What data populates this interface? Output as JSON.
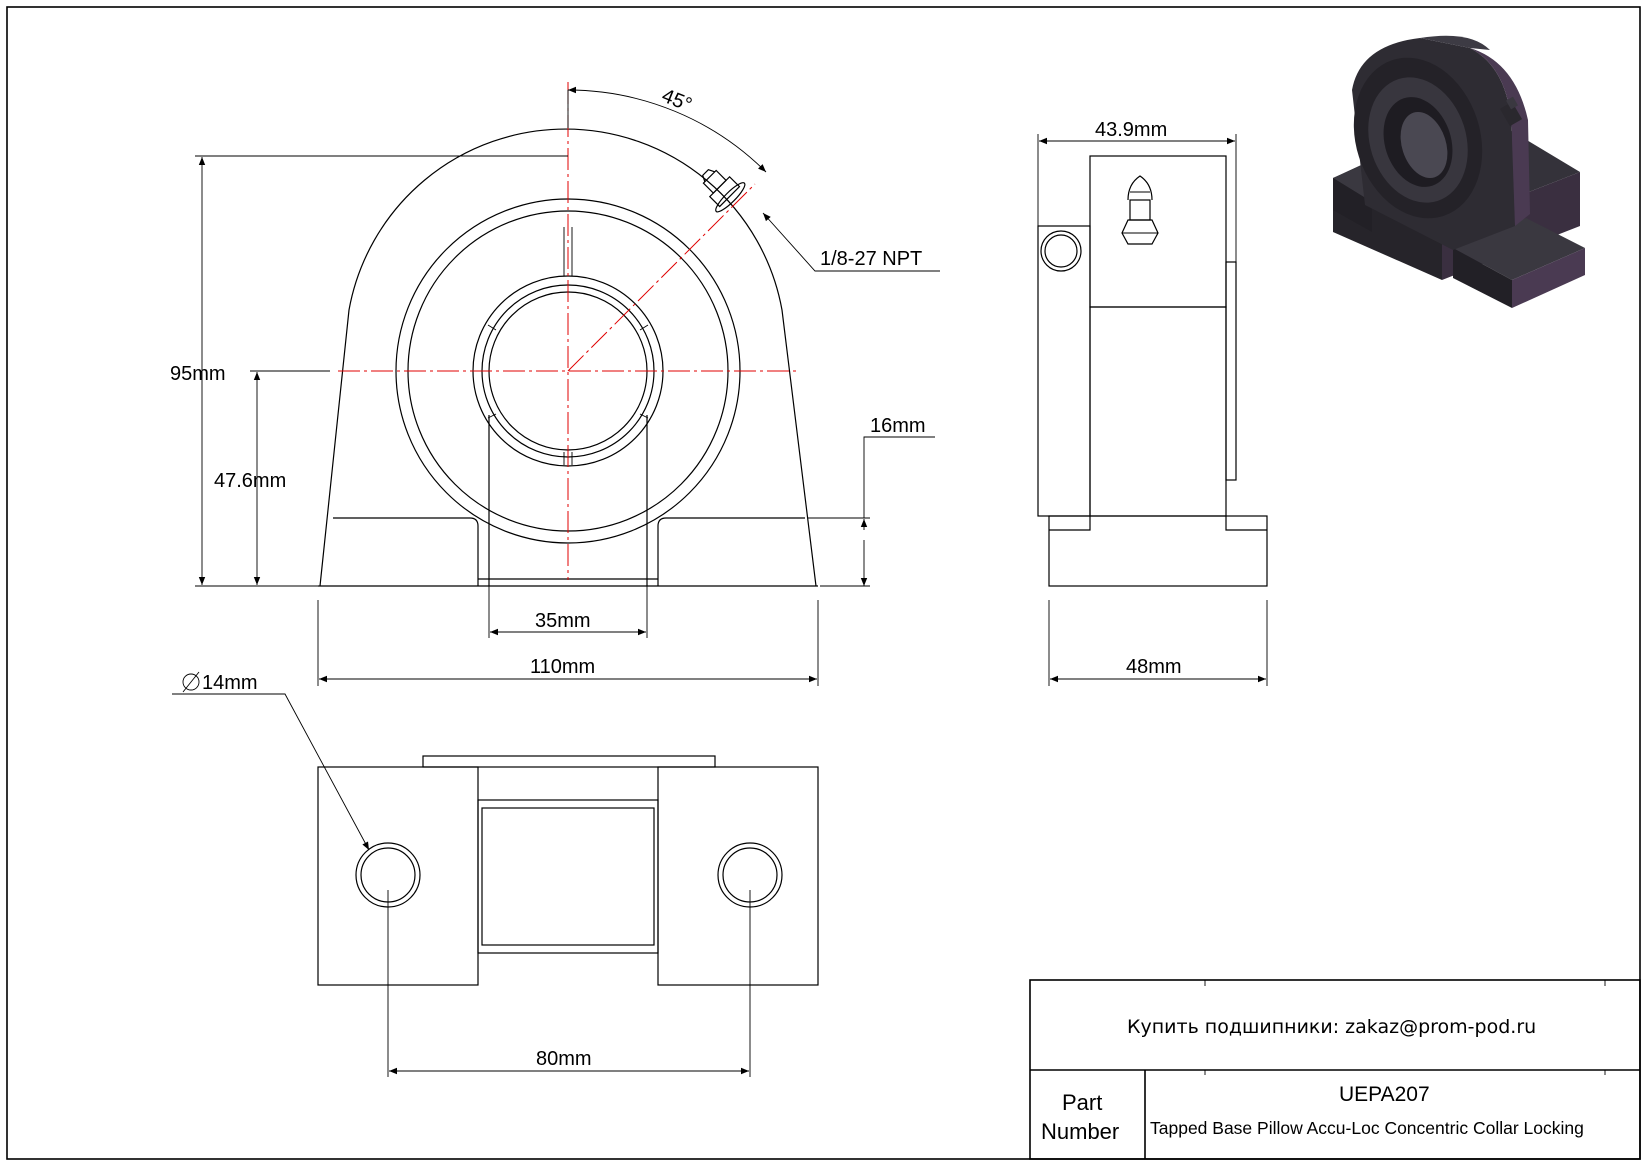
{
  "dimensions": {
    "angle": "45°",
    "npt": "1/8-27 NPT",
    "height_total": "95mm",
    "height_center": "47.6mm",
    "base_thickness": "16mm",
    "bore": "35mm",
    "length": "110mm",
    "side_top_width": "43.9mm",
    "side_base_width": "48mm",
    "hole_diameter": "14mm",
    "hole_spacing": "80mm"
  },
  "title_block": {
    "contact": "Купить подшипники: zakaz@prom-pod.ru",
    "part_label_line1": "Part",
    "part_label_line2": "Number",
    "part_number": "UEPA207",
    "description": "Tapped Base Pillow Accu-Loc Concentric Collar Locking"
  },
  "colors": {
    "centerline": "#e00000",
    "render_dark": "#2e2c33",
    "render_purple": "#4a3a52"
  }
}
